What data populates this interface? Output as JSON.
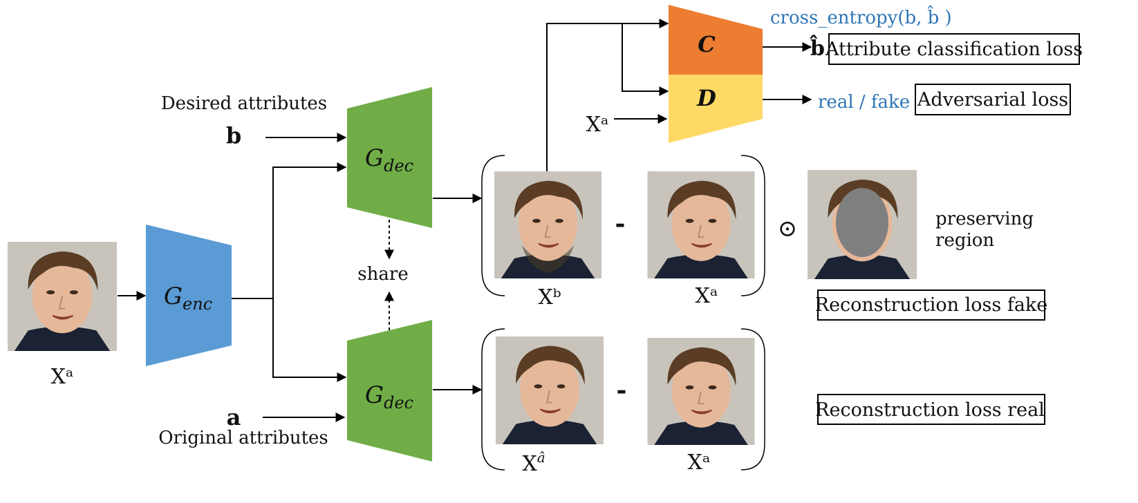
{
  "inputs": {
    "desired_label": "Desired attributes",
    "desired_symbol": "b",
    "original_label": "Original attributes",
    "original_symbol": "a",
    "input_image_label": "Xᵃ"
  },
  "encoder": {
    "name": "G",
    "subscript": "enc",
    "color": "#5b9bd5"
  },
  "decoders": [
    {
      "name": "G",
      "subscript": "dec",
      "color": "#70ad47"
    },
    {
      "name": "G",
      "subscript": "dec",
      "color": "#70ad47"
    }
  ],
  "share_label": "share",
  "classifier": {
    "label": "C",
    "color": "#ed7d31"
  },
  "discriminator": {
    "label": "D",
    "color": "#ffd966",
    "extra_input": "Xᵃ"
  },
  "outputs": {
    "cross_entropy": "cross_entropy(b, b̂  )",
    "b_hat": "b̂",
    "real_fake": "real / fake"
  },
  "losses": {
    "attribute": "Attribute classification loss",
    "adversarial": "Adversarial loss",
    "recon_fake": "Reconstruction loss fake",
    "recon_real": "Reconstruction loss real"
  },
  "fake_row": {
    "left_label": "Xᵇ",
    "right_label": "Xᵃ",
    "minus": "-",
    "odot": "⊙",
    "preserve_label_1": "preserving",
    "preserve_label_2": "region",
    "mask_color": "#7f7f7f"
  },
  "real_row": {
    "left_label": "X",
    "left_label_sup": "â",
    "right_label": "Xᵃ",
    "minus": "-"
  }
}
